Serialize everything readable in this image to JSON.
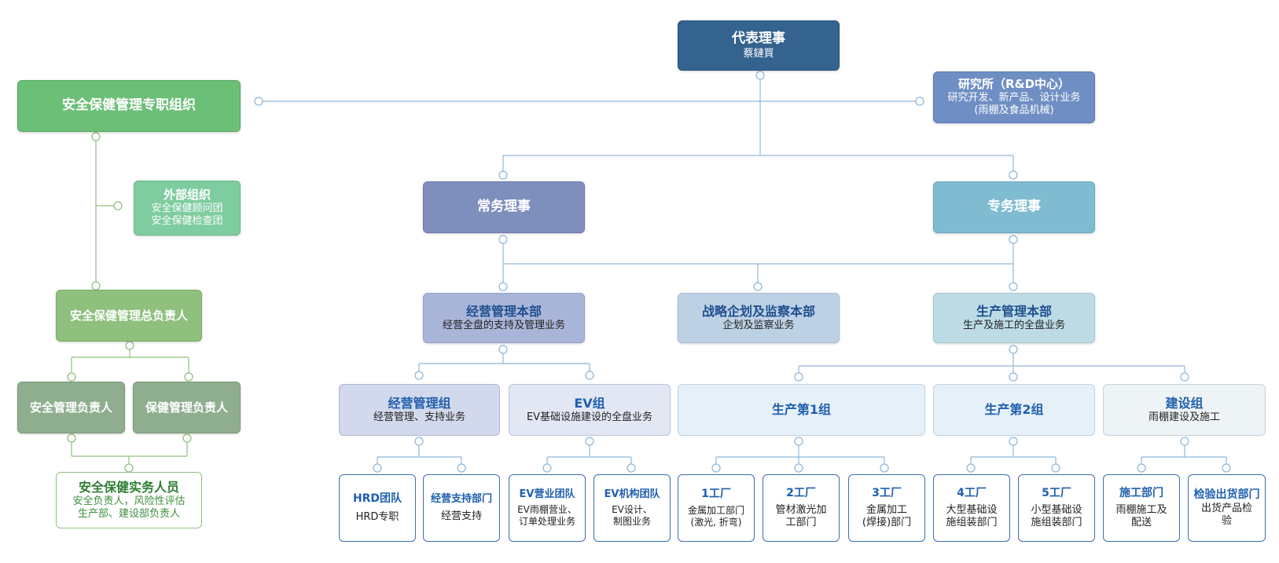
{
  "ceo": {
    "title": "代表理事",
    "sub": "蔡鏈買"
  },
  "research": {
    "title": "研究所（R&D中心）",
    "sub": "研究开发、新产品、设计业务",
    "sub2": "(雨棚及食品机械)"
  },
  "safety_org": {
    "title": "安全保健管理专职组织"
  },
  "external_org": {
    "title": "外部组织",
    "sub": "安全保健顾问团",
    "sub2": "安全保健检查团"
  },
  "safety_chief": {
    "title": "安全保健管理总负责人"
  },
  "safety_mgr": {
    "title": "安全管理负责人"
  },
  "health_mgr": {
    "title": "保健管理负责人"
  },
  "safety_staff": {
    "title": "安全保健实务人员",
    "sub": "安全负责人，风险性评估",
    "sub2": "生产部、建设部负责人"
  },
  "managing_director": {
    "title": "常务理事"
  },
  "special_director": {
    "title": "专务理事"
  },
  "biz_hq": {
    "title": "经营管理本部",
    "sub": "经营全盘的支持及管理业务"
  },
  "strategy_hq": {
    "title": "战略企划及监察本部",
    "sub": "企划及监察业务"
  },
  "prod_hq": {
    "title": "生产管理本部",
    "sub": "生产及施工的全盘业务"
  },
  "biz_group": {
    "title": "经营管理组",
    "sub": "经营管理、支持业务"
  },
  "ev_group": {
    "title": "EV组",
    "sub": "EV基础设施建设的全盘业务"
  },
  "prod_group1": {
    "title": "生产第1组"
  },
  "prod_group2": {
    "title": "生产第2组"
  },
  "build_group": {
    "title": "建设组",
    "sub": "雨棚建设及施工"
  },
  "hrd_team": {
    "title": "HRD团队",
    "sub": "HRD专职"
  },
  "biz_support": {
    "title": "经营支持部门",
    "sub": "经营支持"
  },
  "ev_sales": {
    "title": "EV营业团队",
    "sub": "EV雨棚营业、",
    "sub2": "订单处理业务"
  },
  "ev_org": {
    "title": "EV机构团队",
    "sub": "EV设计、",
    "sub2": "制图业务"
  },
  "factory1": {
    "title": "1工厂",
    "sub": "金属加工部门",
    "sub2": "(激光, 折弯)"
  },
  "factory2": {
    "title": "2工厂",
    "sub": "管材激光加",
    "sub2": "工部门"
  },
  "factory3": {
    "title": "3工厂",
    "sub": "金属加工",
    "sub2": "(焊接)部门"
  },
  "factory4": {
    "title": "4工厂",
    "sub": "大型基础设",
    "sub2": "施组装部门"
  },
  "factory5": {
    "title": "5工厂",
    "sub": "小型基础设",
    "sub2": "施组装部门"
  },
  "construction_dept": {
    "title": "施工部门",
    "sub": "雨棚施工及",
    "sub2": "配送"
  },
  "inspection_dept": {
    "title": "检验出货部门",
    "sub": "出货产品检",
    "sub2": "验"
  },
  "colors": {
    "navy": "#35638f",
    "research": "#6f8fc4",
    "green_dark": "#6cbf77",
    "green_light": "#7fcca0",
    "green_mid": "#8fc07e",
    "green_grey": "#8fae8f",
    "purple": "#7f8fbd",
    "teal": "#7fbcd1",
    "lavender": "#a9b5d8",
    "pale_blue": "#bdd1e5",
    "pale_teal": "#bcdbe5",
    "line_blue": "#8fb8dc",
    "line_green": "#8fc07e",
    "text_blue": "#1f5fae"
  }
}
